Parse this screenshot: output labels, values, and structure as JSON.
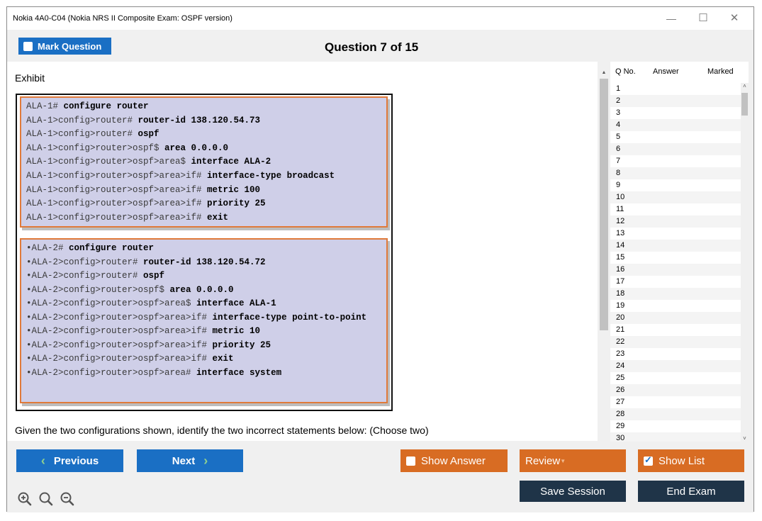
{
  "window": {
    "title": "Nokia 4A0-C04 (Nokia NRS II Composite Exam: OSPF version)",
    "minimize": "—",
    "maximize": "☐",
    "close": "✕"
  },
  "header": {
    "mark_label": "Mark Question",
    "question_title": "Question 7 of 15"
  },
  "content": {
    "exhibit_label": "Exhibit",
    "config1": [
      {
        "prompt": "ALA-1# ",
        "cmd": "configure router"
      },
      {
        "prompt": "ALA-1>config>router# ",
        "cmd": "router-id 138.120.54.73"
      },
      {
        "prompt": "ALA-1>config>router# ",
        "cmd": "ospf"
      },
      {
        "prompt": "ALA-1>config>router>ospf$ ",
        "cmd": "area 0.0.0.0"
      },
      {
        "prompt": "ALA-1>config>router>ospf>area$ ",
        "cmd": "interface ALA-2"
      },
      {
        "prompt": "ALA-1>config>router>ospf>area>if# ",
        "cmd": "interface-type broadcast"
      },
      {
        "prompt": "ALA-1>config>router>ospf>area>if# ",
        "cmd": "metric 100"
      },
      {
        "prompt": "ALA-1>config>router>ospf>area>if# ",
        "cmd": "priority 25"
      },
      {
        "prompt": "ALA-1>config>router>ospf>area>if# ",
        "cmd": "exit"
      }
    ],
    "config2": [
      {
        "prompt": "•ALA-2# ",
        "cmd": "configure router"
      },
      {
        "prompt": "•ALA-2>config>router# ",
        "cmd": "router-id 138.120.54.72"
      },
      {
        "prompt": "•ALA-2>config>router# ",
        "cmd": "ospf"
      },
      {
        "prompt": "•ALA-2>config>router>ospf$ ",
        "cmd": "area 0.0.0.0"
      },
      {
        "prompt": "•ALA-2>config>router>ospf>area$ ",
        "cmd": "interface ALA-1"
      },
      {
        "prompt": "•ALA-2>config>router>ospf>area>if# ",
        "cmd": "interface-type point-to-point",
        "wrap": true
      },
      {
        "prompt": "•ALA-2>config>router>ospf>area>if# ",
        "cmd": "metric 10"
      },
      {
        "prompt": "•ALA-2>config>router>ospf>area>if# ",
        "cmd": "priority 25"
      },
      {
        "prompt": "•ALA-2>config>router>ospf>area>if# ",
        "cmd": "exit"
      },
      {
        "prompt": "•ALA-2>config>router>ospf>area# ",
        "cmd": "interface system"
      }
    ],
    "question_text": "Given the two configurations shown, identify the two incorrect statements below: (Choose two)"
  },
  "question_list": {
    "columns": [
      "Q No.",
      "Answer",
      "Marked"
    ],
    "rows": [
      "1",
      "2",
      "3",
      "4",
      "5",
      "6",
      "7",
      "8",
      "9",
      "10",
      "11",
      "12",
      "13",
      "14",
      "15",
      "16",
      "17",
      "18",
      "19",
      "20",
      "21",
      "22",
      "23",
      "24",
      "25",
      "26",
      "27",
      "28",
      "29",
      "30"
    ]
  },
  "footer": {
    "previous_label": "Previous",
    "next_label": "Next",
    "show_answer_label": "Show Answer",
    "review_label": "Review",
    "show_list_label": "Show List",
    "save_session_label": "Save Session",
    "end_exam_label": "End Exam"
  },
  "colors": {
    "accent_blue": "#1a6fc4",
    "accent_orange": "#d86c23",
    "dark_button": "#1f3448"
  }
}
